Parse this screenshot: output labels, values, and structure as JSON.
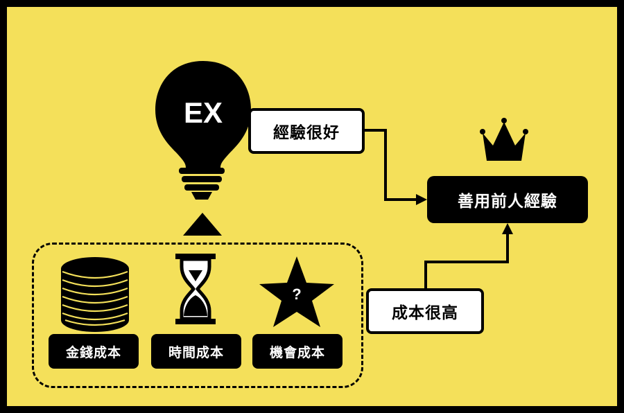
{
  "bulb": {
    "text": "EX",
    "icon": "lightbulb-icon"
  },
  "nodes": {
    "experience_good": "經驗很好",
    "use_predecessor": "善用前人經驗",
    "cost_high": "成本很高"
  },
  "costs": [
    {
      "label": "金錢成本",
      "icon": "coin-stack-icon"
    },
    {
      "label": "時間成本",
      "icon": "hourglass-icon"
    },
    {
      "label": "機會成本",
      "icon": "star-icon",
      "symbol": "?"
    }
  ],
  "crown_icon": "crown-icon",
  "colors": {
    "background": "#f4e05a",
    "ink": "#000000",
    "box_light": "#ffffff"
  }
}
